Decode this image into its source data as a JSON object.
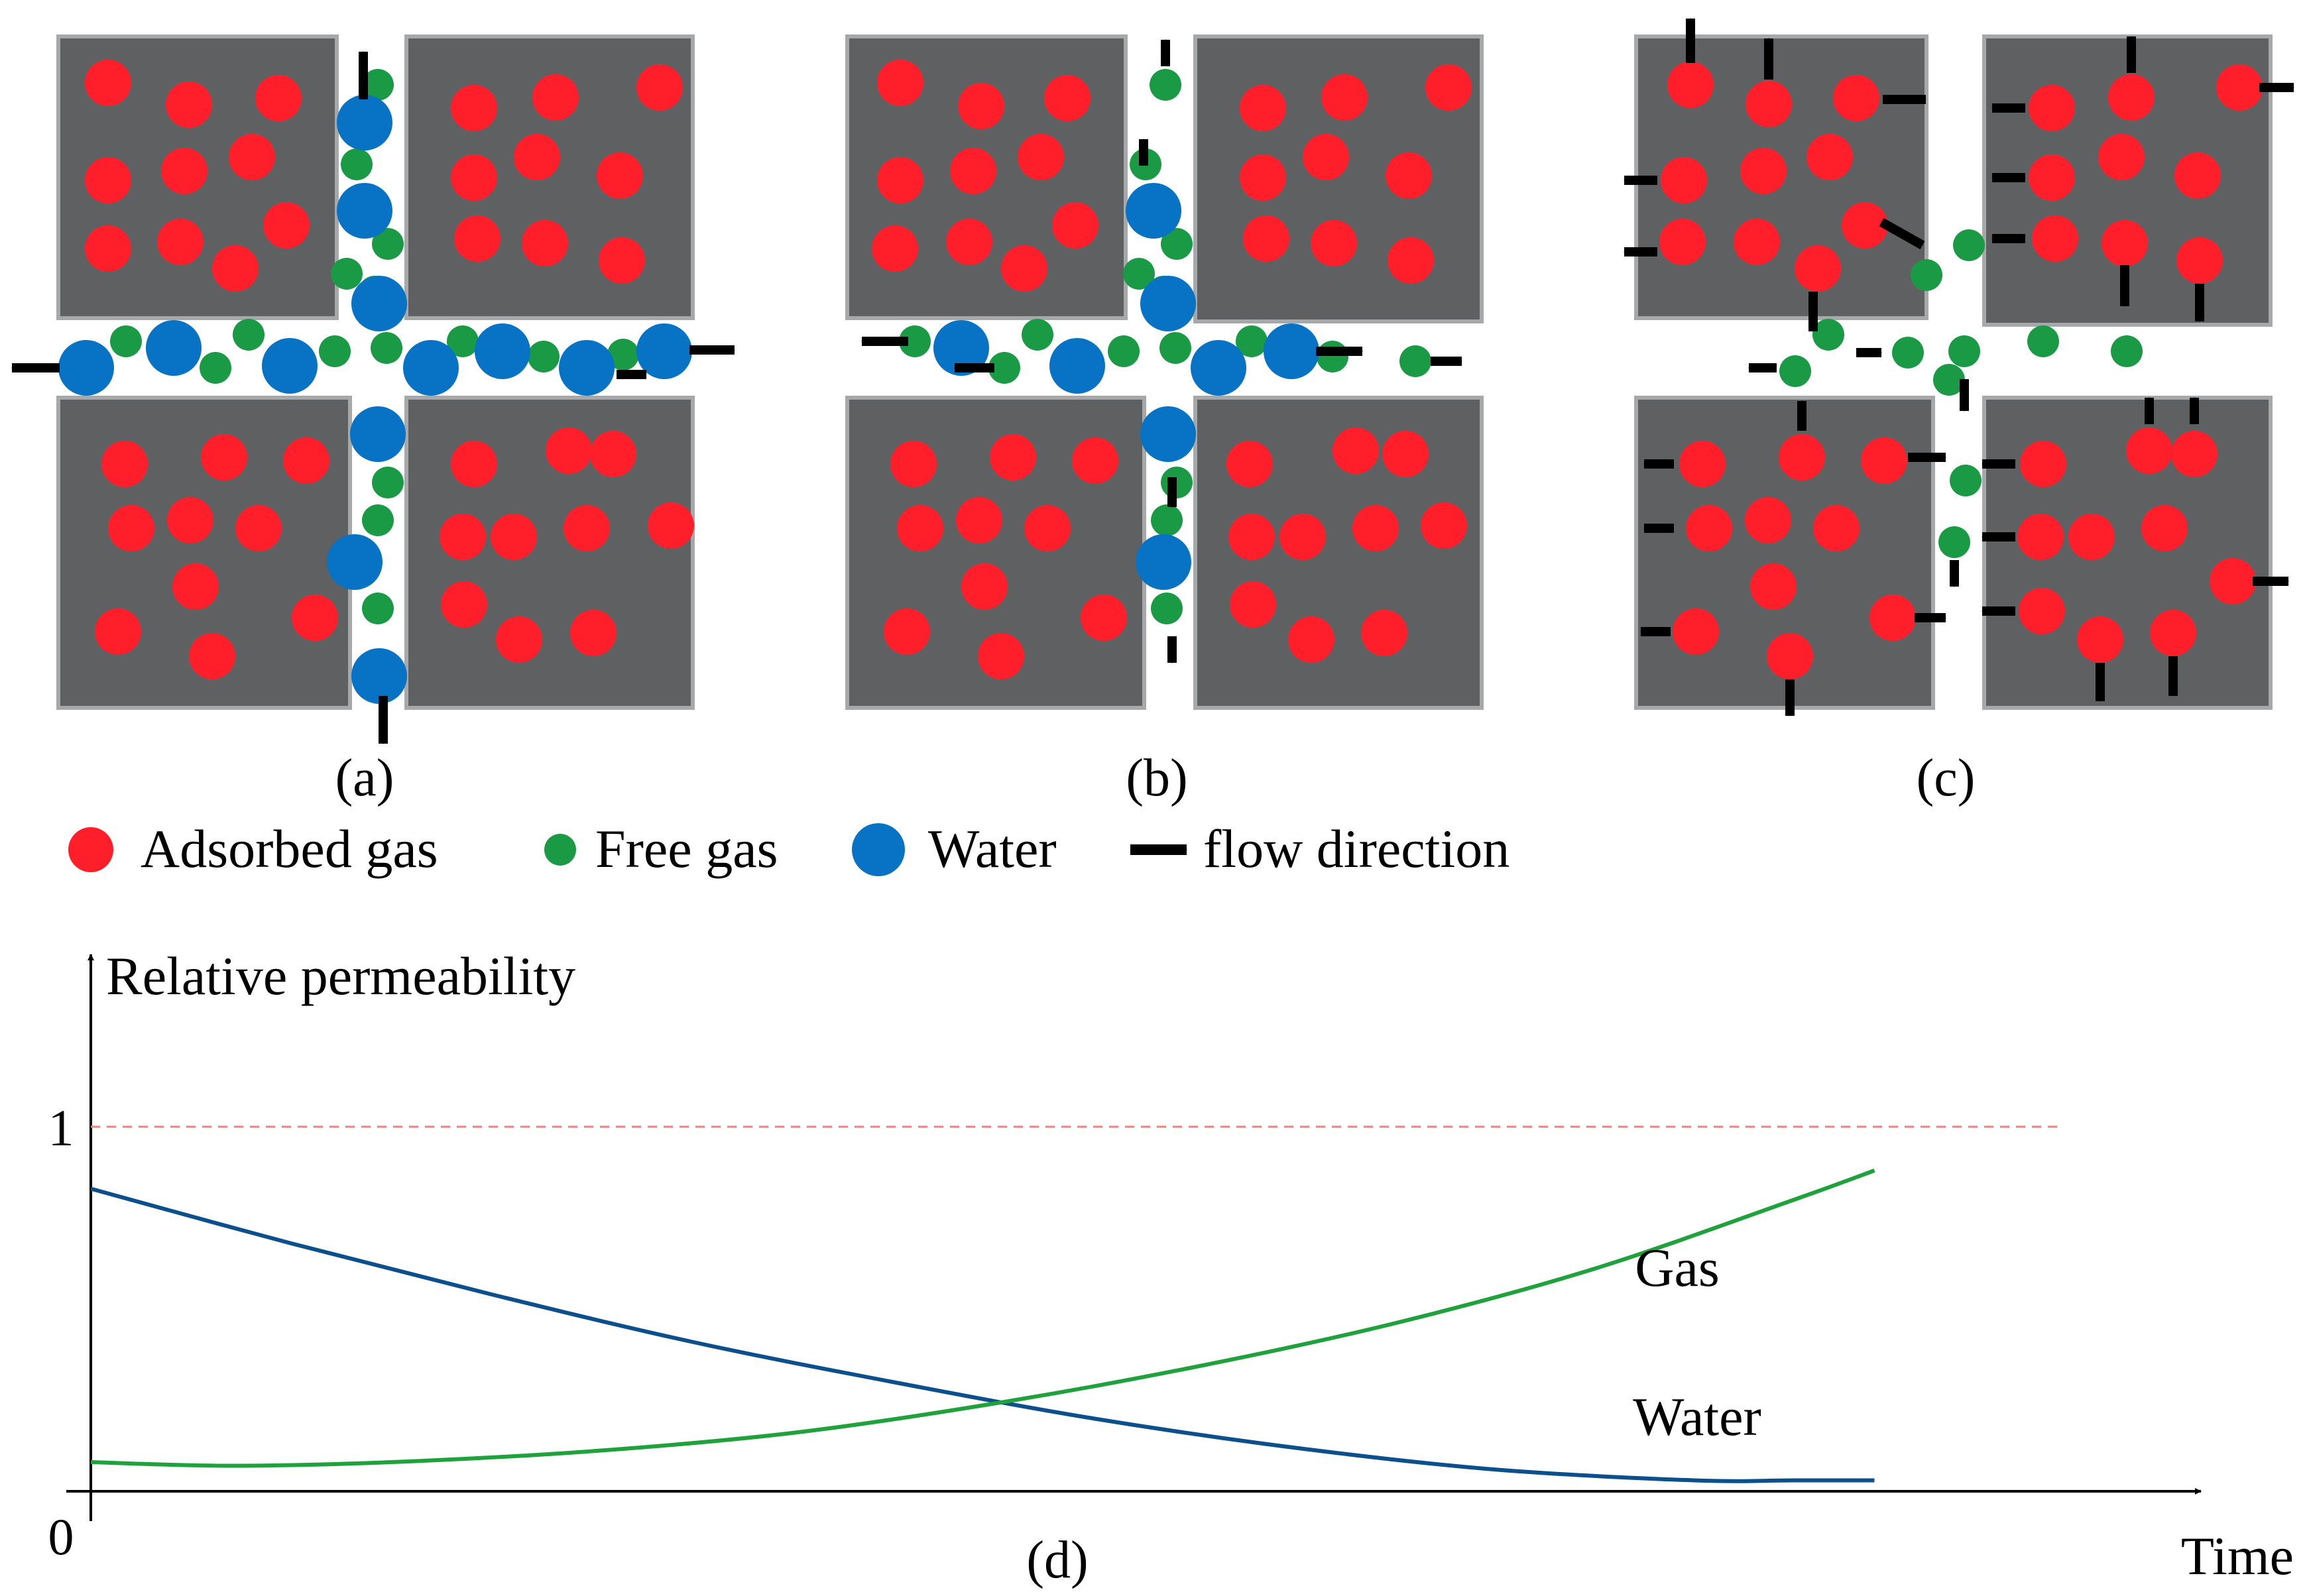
{
  "panel_labels": [
    "(a)",
    "(b)",
    "(c)",
    "(d)"
  ],
  "legend": {
    "adsorbed": "Adsorbed gas",
    "free": "Free gas",
    "water": "Water",
    "flow": "flow direction"
  },
  "colors": {
    "adsorbed": "#ff1f2a",
    "free": "#1a9a45",
    "water": "#0872c4",
    "matrix": "#5f6062",
    "gas_curve": "#1fa23c",
    "water_curve": "#0b4f8c",
    "reference_line": "#f08080"
  },
  "chart_data": {
    "type": "line",
    "ylabel": "Relative permeability",
    "xlabel": "Time",
    "origin_label": "0",
    "ytick_label": "1",
    "reference_line_y": 1,
    "ylim": [
      0,
      1.2
    ],
    "xlim": [
      0,
      1.0
    ],
    "series": [
      {
        "name": "Gas",
        "x": [
          0,
          0.07,
          0.15,
          0.25,
          0.35,
          0.45,
          0.55,
          0.65,
          0.75,
          0.85,
          0.89
        ],
        "y": [
          0.08,
          0.07,
          0.08,
          0.11,
          0.16,
          0.24,
          0.34,
          0.46,
          0.61,
          0.8,
          0.88
        ]
      },
      {
        "name": "Water",
        "x": [
          0,
          0.1,
          0.2,
          0.3,
          0.4,
          0.5,
          0.6,
          0.7,
          0.8,
          0.85,
          0.89
        ],
        "y": [
          0.83,
          0.68,
          0.54,
          0.41,
          0.3,
          0.2,
          0.12,
          0.06,
          0.03,
          0.03,
          0.03
        ]
      }
    ]
  }
}
